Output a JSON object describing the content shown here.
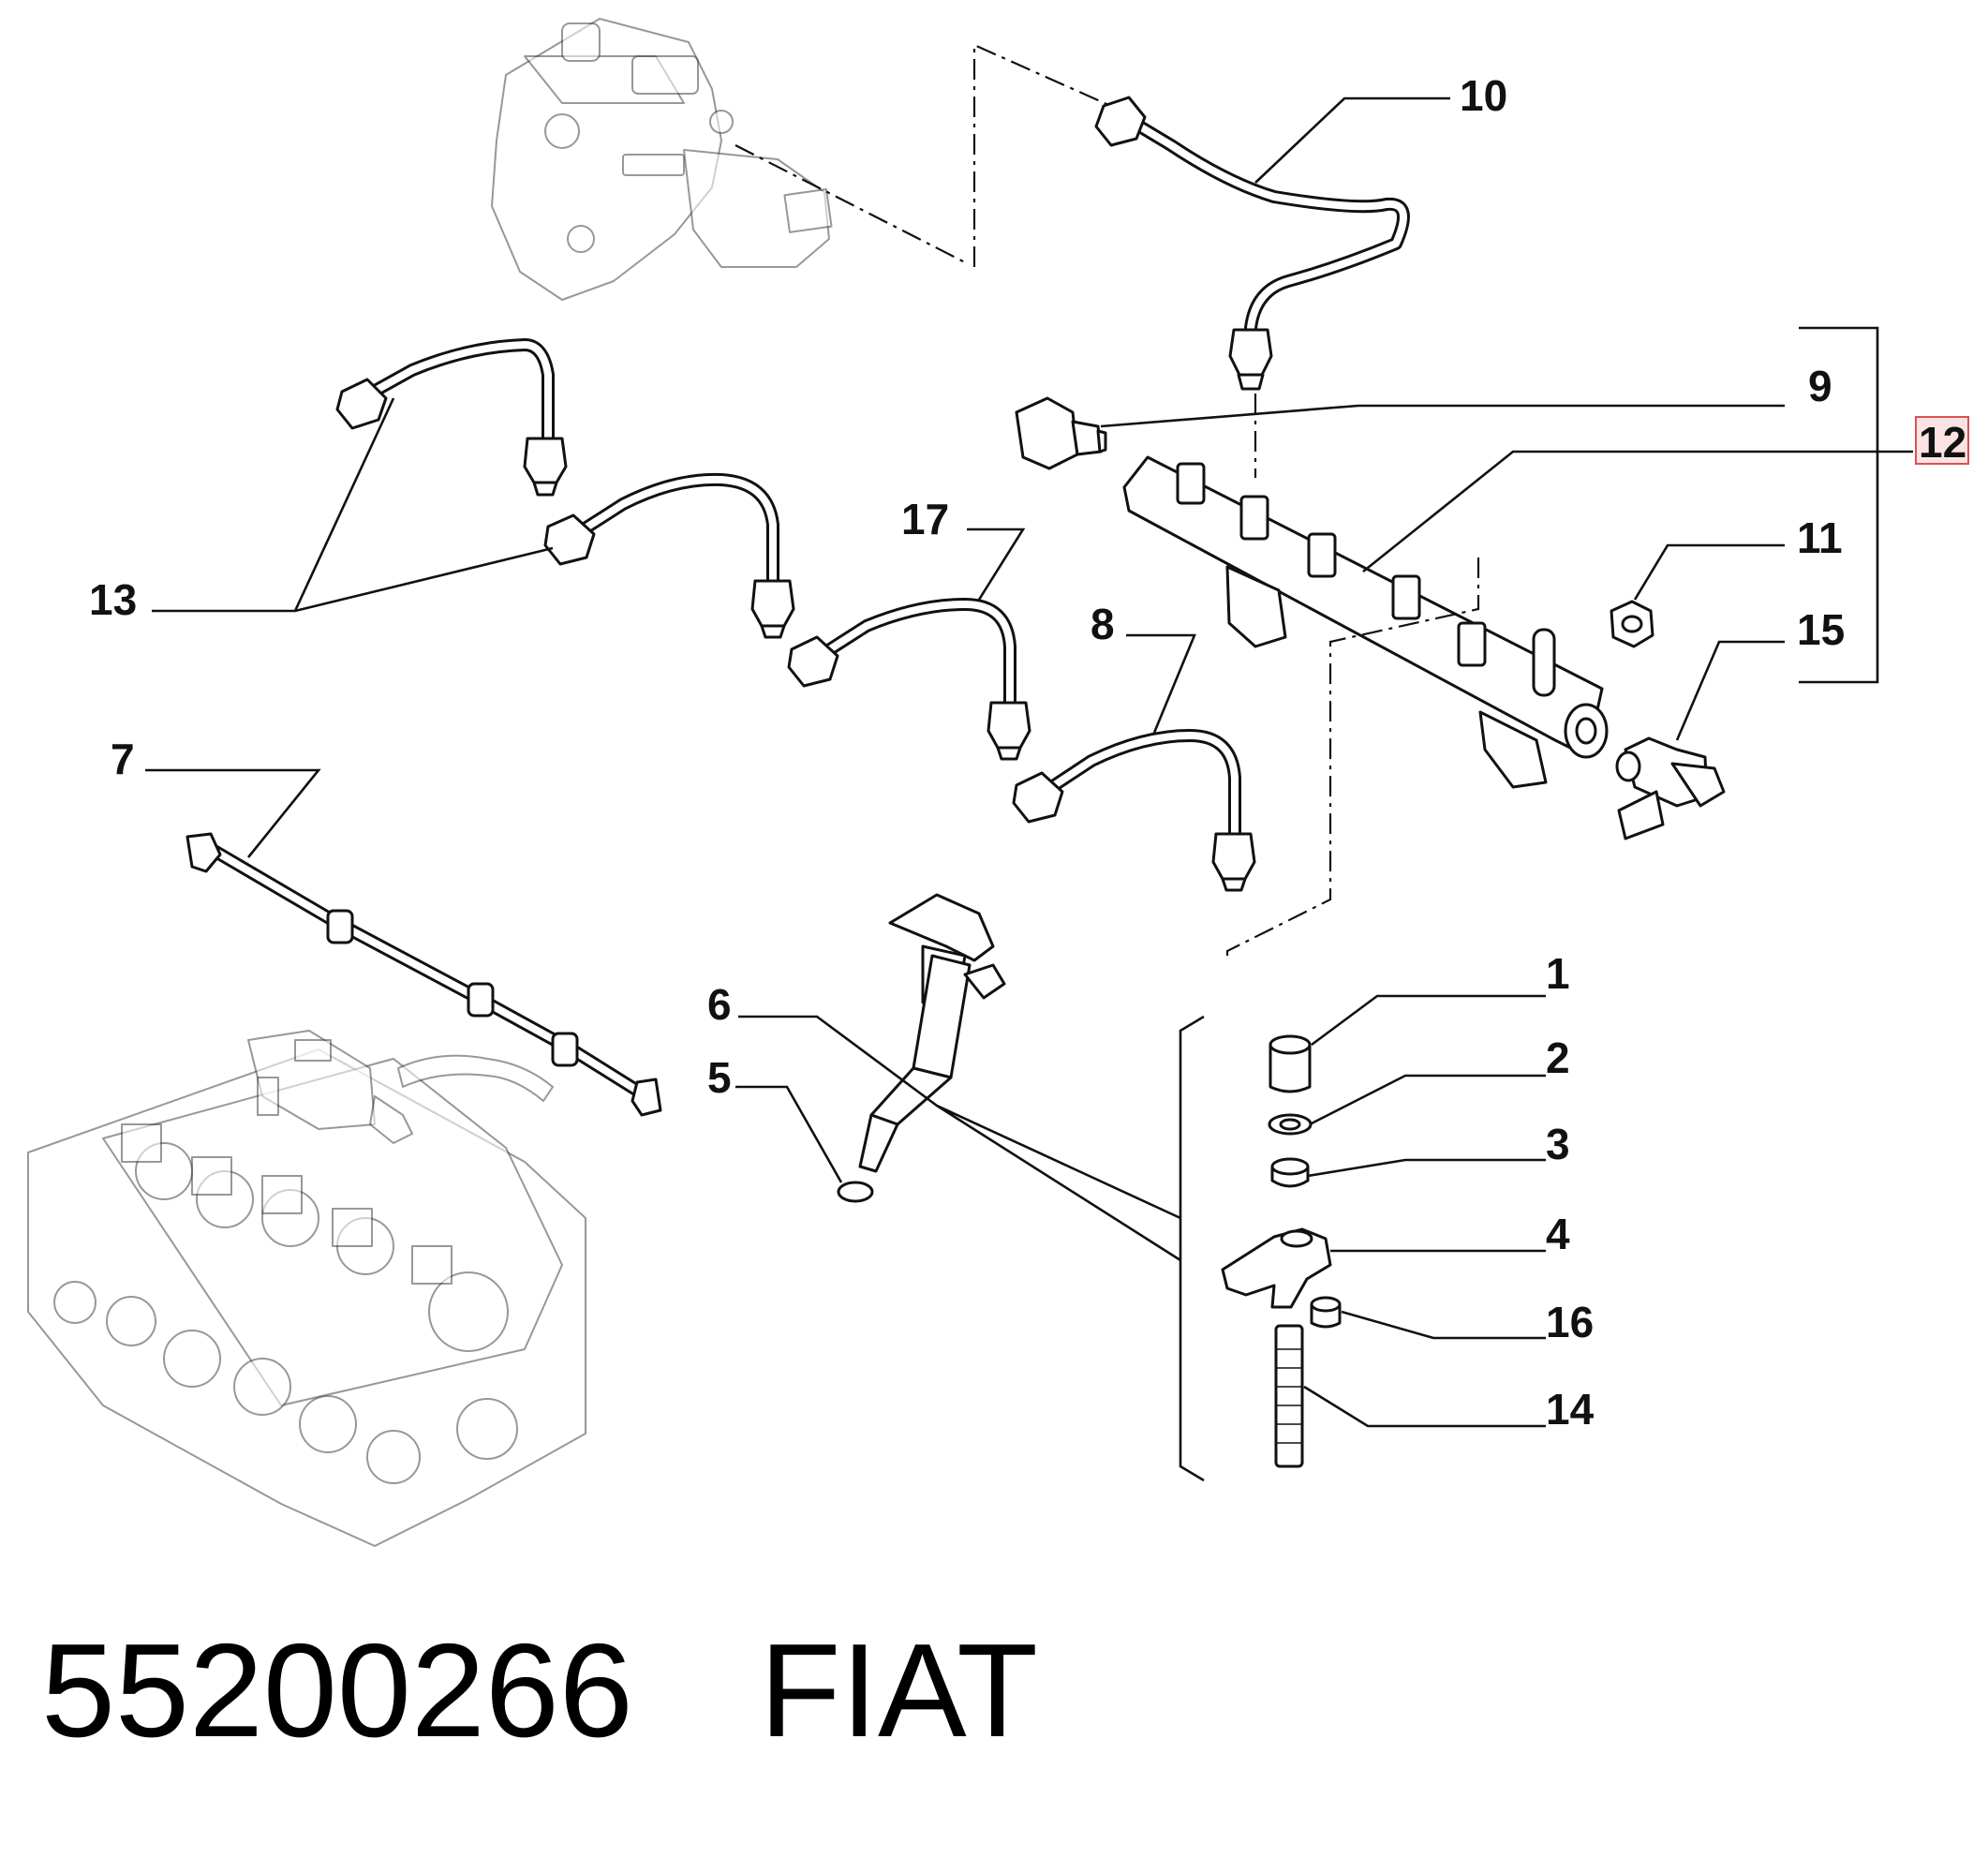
{
  "callouts": [
    {
      "id": "1",
      "label": "1"
    },
    {
      "id": "2",
      "label": "2"
    },
    {
      "id": "3",
      "label": "3"
    },
    {
      "id": "4",
      "label": "4"
    },
    {
      "id": "5",
      "label": "5"
    },
    {
      "id": "6",
      "label": "6"
    },
    {
      "id": "7",
      "label": "7"
    },
    {
      "id": "8",
      "label": "8"
    },
    {
      "id": "9",
      "label": "9"
    },
    {
      "id": "10",
      "label": "10"
    },
    {
      "id": "11",
      "label": "11"
    },
    {
      "id": "12",
      "label": "12",
      "highlighted": true
    },
    {
      "id": "13",
      "label": "13"
    },
    {
      "id": "14",
      "label": "14"
    },
    {
      "id": "15",
      "label": "15"
    },
    {
      "id": "16",
      "label": "16"
    },
    {
      "id": "17",
      "label": "17"
    }
  ],
  "footer": {
    "part_number": "55200266",
    "brand": "FIAT"
  },
  "colors": {
    "line": "#111111",
    "highlight_border": "#d9534f",
    "highlight_fill": "#fbe3e3",
    "background": "#ffffff"
  }
}
